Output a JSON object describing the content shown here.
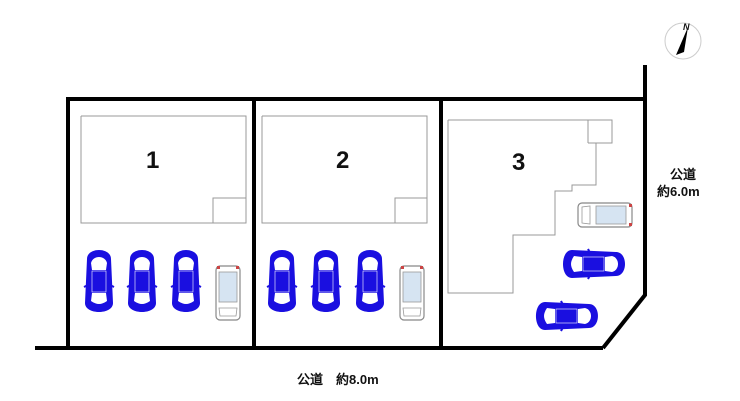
{
  "lots": [
    {
      "number": "1"
    },
    {
      "number": "2"
    },
    {
      "number": "3"
    }
  ],
  "roads": {
    "bottom": "公道　約8.0m",
    "right_line1": "公道",
    "right_line2": "約6.0m"
  },
  "compass": {
    "north_label": "N"
  },
  "colors": {
    "car_blue": "#1a0fe0",
    "compact_car_fill": "#d6e4f2",
    "boundary": "#000000",
    "building_outline": "#999999"
  }
}
